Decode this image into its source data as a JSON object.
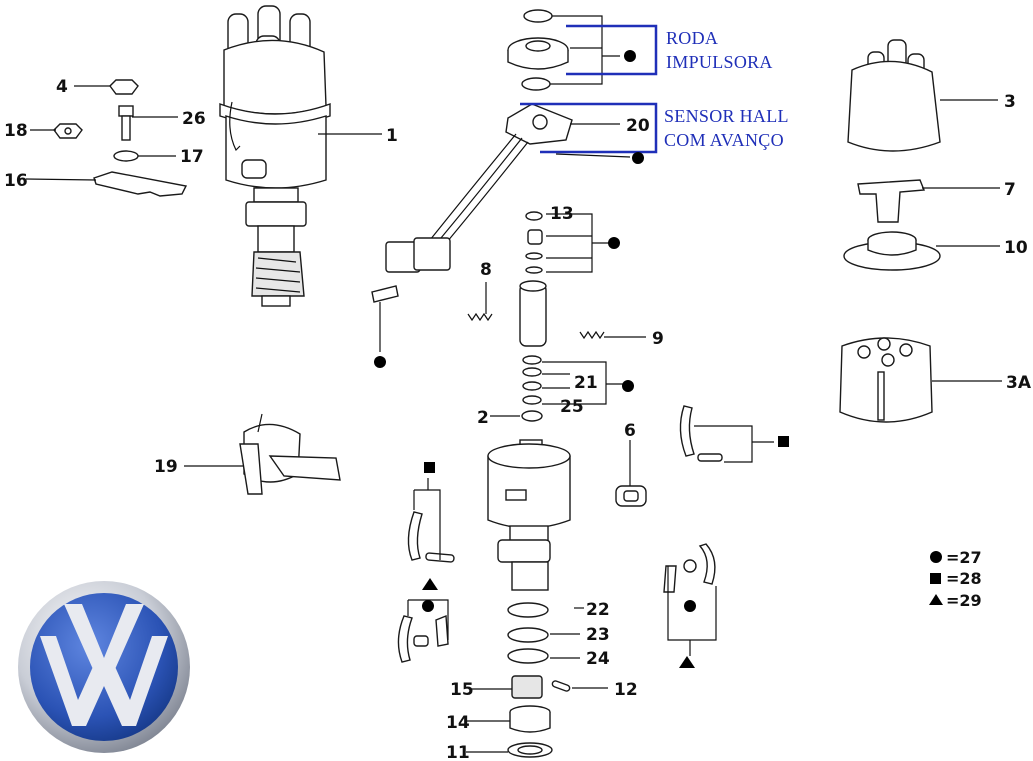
{
  "callouts": {
    "c1": "1",
    "c2": "2",
    "c3": "3",
    "c3a": "3A",
    "c4": "4",
    "c6": "6",
    "c7": "7",
    "c8": "8",
    "c9": "9",
    "c10": "10",
    "c11": "11",
    "c12": "12",
    "c13": "13",
    "c14": "14",
    "c15": "15",
    "c16": "16",
    "c17": "17",
    "c18": "18",
    "c19": "19",
    "c20": "20",
    "c21": "21",
    "c22": "22",
    "c23": "23",
    "c24": "24",
    "c25": "25",
    "c26": "26"
  },
  "annotations": {
    "roda_line1": "RODA",
    "roda_line2": "IMPULSORA",
    "sensor_line1": "SENSOR HALL",
    "sensor_line2": "COM AVANÇO"
  },
  "legend": [
    {
      "symbol": "circle",
      "text": "=27"
    },
    {
      "symbol": "square",
      "text": "=28"
    },
    {
      "symbol": "triangle",
      "text": "=29"
    }
  ],
  "colors": {
    "annotation": "#1f2fb8",
    "logo_ring": "#c9cdd6",
    "logo_blue": "#2b53b5"
  }
}
